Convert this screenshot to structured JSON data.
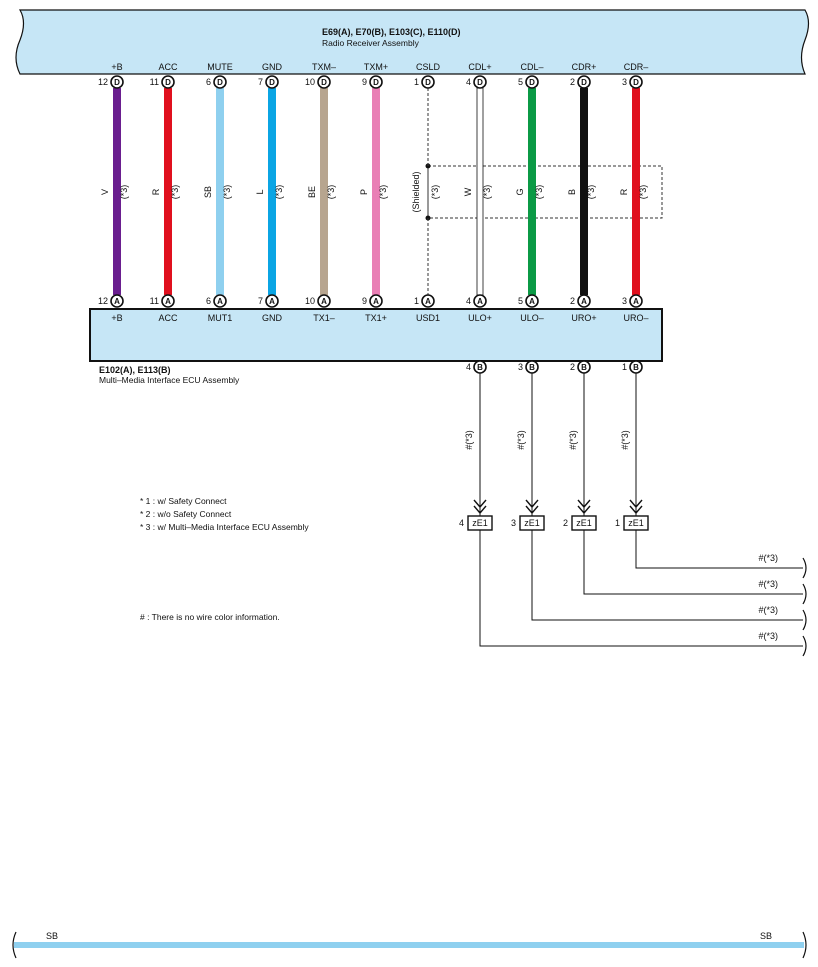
{
  "top_assembly": {
    "title": "E69(A), E70(B), E103(C), E110(D)",
    "subtitle": "Radio Receiver Assembly",
    "pins": [
      {
        "label": "+B",
        "num": "12",
        "conn": "D"
      },
      {
        "label": "ACC",
        "num": "11",
        "conn": "D"
      },
      {
        "label": "MUTE",
        "num": "6",
        "conn": "D"
      },
      {
        "label": "GND",
        "num": "7",
        "conn": "D"
      },
      {
        "label": "TXM–",
        "num": "10",
        "conn": "D"
      },
      {
        "label": "TXM+",
        "num": "9",
        "conn": "D"
      },
      {
        "label": "CSLD",
        "num": "1",
        "conn": "D"
      },
      {
        "label": "CDL+",
        "num": "4",
        "conn": "D"
      },
      {
        "label": "CDL–",
        "num": "5",
        "conn": "D"
      },
      {
        "label": "CDR+",
        "num": "2",
        "conn": "D"
      },
      {
        "label": "CDR–",
        "num": "3",
        "conn": "D"
      }
    ]
  },
  "wires": [
    {
      "code": "V",
      "note": "(*3)",
      "color": "#6a1e8f"
    },
    {
      "code": "R",
      "note": "(*3)",
      "color": "#e0101e"
    },
    {
      "code": "SB",
      "note": "(*3)",
      "color": "#8fd0ef"
    },
    {
      "code": "L",
      "note": "(*3)",
      "color": "#0ba5e4"
    },
    {
      "code": "BE",
      "note": "(*3)",
      "color": "#b7a58f"
    },
    {
      "code": "P",
      "note": "(*3)",
      "color": "#e97fb5"
    },
    {
      "code": "(Shielded)",
      "note": "(*3)",
      "color": "dashed"
    },
    {
      "code": "W",
      "note": "(*3)",
      "color": "#ffffff"
    },
    {
      "code": "G",
      "note": "(*3)",
      "color": "#0b9a45"
    },
    {
      "code": "B",
      "note": "(*3)",
      "color": "#111111"
    },
    {
      "code": "R",
      "note": "(*3)",
      "color": "#e0101e"
    }
  ],
  "ecu_assembly": {
    "title": "E102(A), E113(B)",
    "subtitle": "Multi–Media Interface ECU Assembly",
    "pins": [
      {
        "label": "+B",
        "num": "12",
        "conn": "A"
      },
      {
        "label": "ACC",
        "num": "11",
        "conn": "A"
      },
      {
        "label": "MUT1",
        "num": "6",
        "conn": "A"
      },
      {
        "label": "GND",
        "num": "7",
        "conn": "A"
      },
      {
        "label": "TX1–",
        "num": "10",
        "conn": "A"
      },
      {
        "label": "TX1+",
        "num": "9",
        "conn": "A"
      },
      {
        "label": "USD1",
        "num": "1",
        "conn": "A"
      },
      {
        "label": "ULO+",
        "num": "4",
        "conn": "A"
      },
      {
        "label": "ULO–",
        "num": "5",
        "conn": "A"
      },
      {
        "label": "URO+",
        "num": "2",
        "conn": "A"
      },
      {
        "label": "URO–",
        "num": "3",
        "conn": "A"
      }
    ],
    "bottom_pins": [
      {
        "num": "4",
        "conn": "B",
        "wire_note": "#(*3)"
      },
      {
        "num": "3",
        "conn": "B",
        "wire_note": "#(*3)"
      },
      {
        "num": "2",
        "conn": "B",
        "wire_note": "#(*3)"
      },
      {
        "num": "1",
        "conn": "B",
        "wire_note": "#(*3)"
      }
    ]
  },
  "junction": {
    "id": "zE1",
    "pins": [
      "4",
      "3",
      "2",
      "1"
    ]
  },
  "outgoing_labels": [
    "#(*3)",
    "#(*3)",
    "#(*3)",
    "#(*3)"
  ],
  "notes": [
    "* 1 : w/ Safety Connect",
    "* 2 : w/o Safety Connect",
    "* 3 : w/ Multi–Media Interface ECU Assembly"
  ],
  "hash_note": "# : There is no wire color information.",
  "bottom_bar": {
    "left": "SB",
    "right": "SB",
    "color": "#8fd0ef"
  },
  "colors": {
    "panel_fill": "#c6e6f6",
    "stroke": "#111111"
  }
}
